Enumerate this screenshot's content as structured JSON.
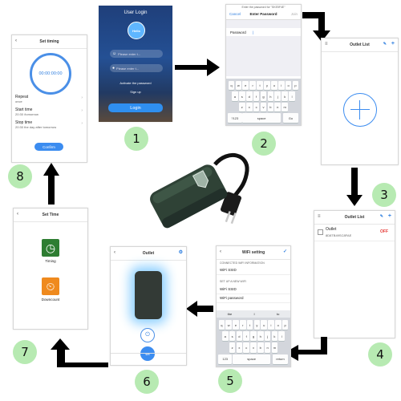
{
  "steps": [
    "1",
    "2",
    "3",
    "4",
    "5",
    "6",
    "7",
    "8"
  ],
  "s1": {
    "title": "User Login",
    "avatar": "Hello",
    "email_ph": "Please enter t...",
    "pass_ph": "Please enter t...",
    "forgot": "Activate the password",
    "signup": "Sign up",
    "login": "Login"
  },
  "s2": {
    "prompt": "Enter the password for \"SKE5F4E\"",
    "cancel": "Cancel",
    "title": "Enter Password",
    "join": "Join",
    "field_label": "Password",
    "field_value": "|",
    "keys_row1": [
      "q",
      "w",
      "e",
      "r",
      "t",
      "y",
      "u",
      "i",
      "o",
      "p"
    ],
    "keys_row2": [
      "a",
      "s",
      "d",
      "f",
      "g",
      "h",
      "j",
      "k",
      "l"
    ],
    "keys_row3": [
      "z",
      "x",
      "c",
      "v",
      "b",
      "n",
      "m"
    ],
    "k123": "?123",
    "kspace": "space",
    "kreturn": "Go"
  },
  "s3": {
    "title": "Outlet List"
  },
  "s4": {
    "title": "Outlet List",
    "name": "Outlet",
    "id": "8D8TB49SC8FAE",
    "status": "OFF"
  },
  "s5": {
    "title": "WiFi setting",
    "sec1": "CONNECTED WIFI INFORMATION",
    "ssid_label": "WiFi SSID",
    "sec2": "SET UP A NEW WIFI",
    "ssid2": "WiFi SSID",
    "pass2": "WiFi password",
    "sugg": [
      "the",
      "I",
      "to"
    ],
    "keys_row1": [
      "q",
      "w",
      "e",
      "r",
      "t",
      "y",
      "u",
      "i",
      "o",
      "p"
    ],
    "keys_row2": [
      "a",
      "s",
      "d",
      "f",
      "g",
      "h",
      "j",
      "k",
      "l"
    ],
    "keys_row3": [
      "z",
      "x",
      "c",
      "v",
      "b",
      "n",
      "m"
    ],
    "k123": "123",
    "kspace": "space",
    "kreturn": "return"
  },
  "s6": {
    "title": "Outlet",
    "timer": "set"
  },
  "s7": {
    "title": "Set Time",
    "timing": "Timing",
    "countdown": "Downcount"
  },
  "s8": {
    "title": "Set timing",
    "clock": "00:00:00:00",
    "repeat": "Repeat",
    "repeat_val": "once",
    "start": "Start time",
    "start_val": "20:30 /tomorrow",
    "stop": "Stop time",
    "stop_val": "20:30 the day after tomorrow",
    "confirm": "Confirm"
  },
  "colors": {
    "badge": "#b7eab2",
    "accent": "#2f7fe0",
    "device": "#2f3e33",
    "off": "#e53935"
  }
}
